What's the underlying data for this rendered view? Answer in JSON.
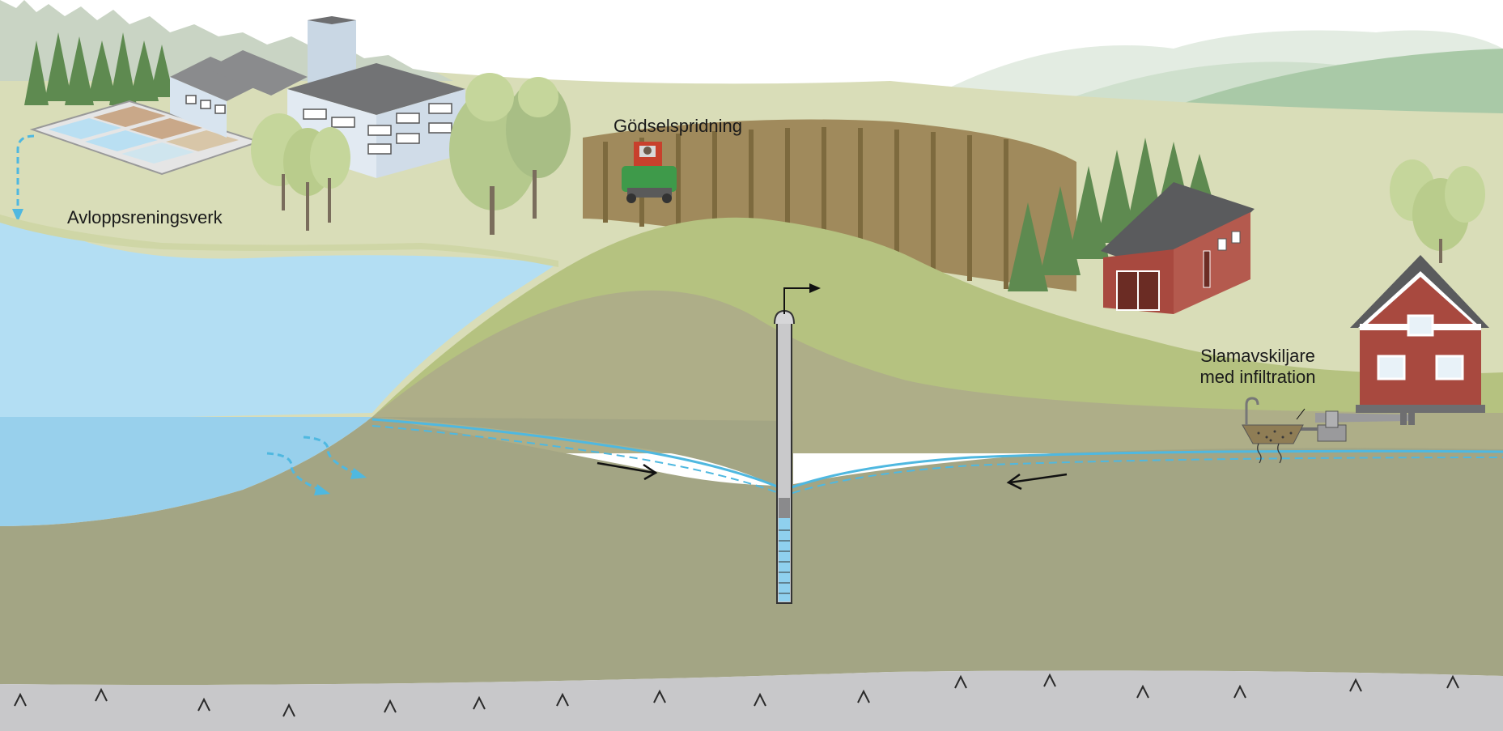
{
  "labels": {
    "treatment_plant": "Avloppsreningsverk",
    "manure_spreading": "Gödselspridning",
    "septic_line1": "Slamavskiljare",
    "septic_line2": "med infiltration"
  },
  "colors": {
    "lake": "#a8d8ef",
    "lake_deep": "#8ecae8",
    "ground": "#a3a584",
    "hill_grass": "#b5c280",
    "field_brown": "#8b7a4e",
    "bedrock": "#c8c8ca",
    "groundwater": "#4fb8e0",
    "forest": "#5e8a50",
    "house_red": "#a8493f",
    "roof": "#5a5b5d"
  },
  "icons": {
    "well": "well-pipe-icon",
    "tractor": "tractor-icon",
    "barn": "barn-icon",
    "house": "house-icon",
    "septic": "septic-tank-icon",
    "plant": "treatment-plant-icon",
    "flow_arrow": "flow-arrow-icon"
  }
}
